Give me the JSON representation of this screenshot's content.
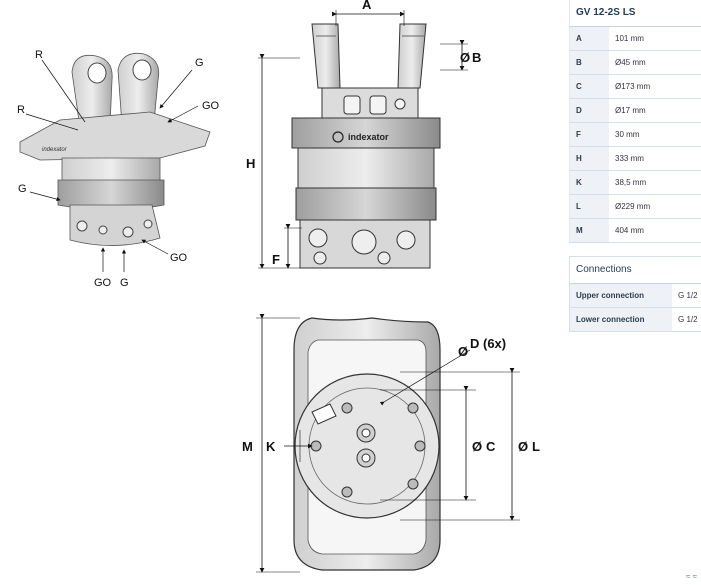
{
  "drawing": {
    "callouts": {
      "r1": "R",
      "r2": "R",
      "g1": "G",
      "go1": "GO",
      "g2": "G",
      "go2": "GO",
      "go3": "GO",
      "g3": "G"
    },
    "side_view": {
      "dim_a": "A",
      "dim_b": "B",
      "dim_h": "H",
      "dim_f": "F",
      "brand": "indexator"
    },
    "bottom_view": {
      "dim_d": "D (6x)",
      "dim_c": "C",
      "dim_l": "L",
      "dim_m": "M",
      "dim_k": "K"
    }
  },
  "specs": {
    "title": "GV 12-2S LS",
    "rows": [
      {
        "key": "A",
        "value": "101 mm"
      },
      {
        "key": "B",
        "value": "Ø45 mm"
      },
      {
        "key": "C",
        "value": "Ø173 mm"
      },
      {
        "key": "D",
        "value": "Ø17 mm"
      },
      {
        "key": "F",
        "value": "30 mm"
      },
      {
        "key": "H",
        "value": "333 mm"
      },
      {
        "key": "K",
        "value": "38,5 mm"
      },
      {
        "key": "L",
        "value": "Ø229 mm"
      },
      {
        "key": "M",
        "value": "404 mm"
      }
    ]
  },
  "connections": {
    "title": "Connections",
    "rows": [
      {
        "key": "Upper connection",
        "value": "G 1/2"
      },
      {
        "key": "Lower connection",
        "value": "G 1/2"
      }
    ]
  },
  "footer": {
    "mark": "≈ ≈"
  }
}
